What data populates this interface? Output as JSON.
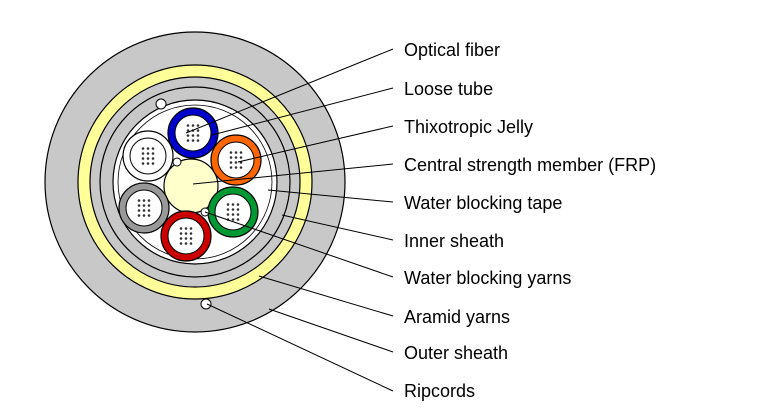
{
  "labels": [
    "Optical fiber",
    "Loose tube",
    "Thixotropic Jelly",
    "Central strength member (FRP)",
    "Water blocking tape",
    "Inner sheath",
    "Water blocking yarns",
    "Aramid yarns",
    "Outer sheath",
    "Ripcords"
  ],
  "colors": {
    "outer_sheath": "#c8c8c8",
    "aramid_yarns": "#ffff99",
    "inner_sheath": "#c8c8c8",
    "core": "#ffffff",
    "strength_member": "#ffffcc",
    "tubes": [
      "#0000cc",
      "#ff6600",
      "#009933",
      "#cc0000",
      "#999999",
      "#ffffff"
    ]
  }
}
